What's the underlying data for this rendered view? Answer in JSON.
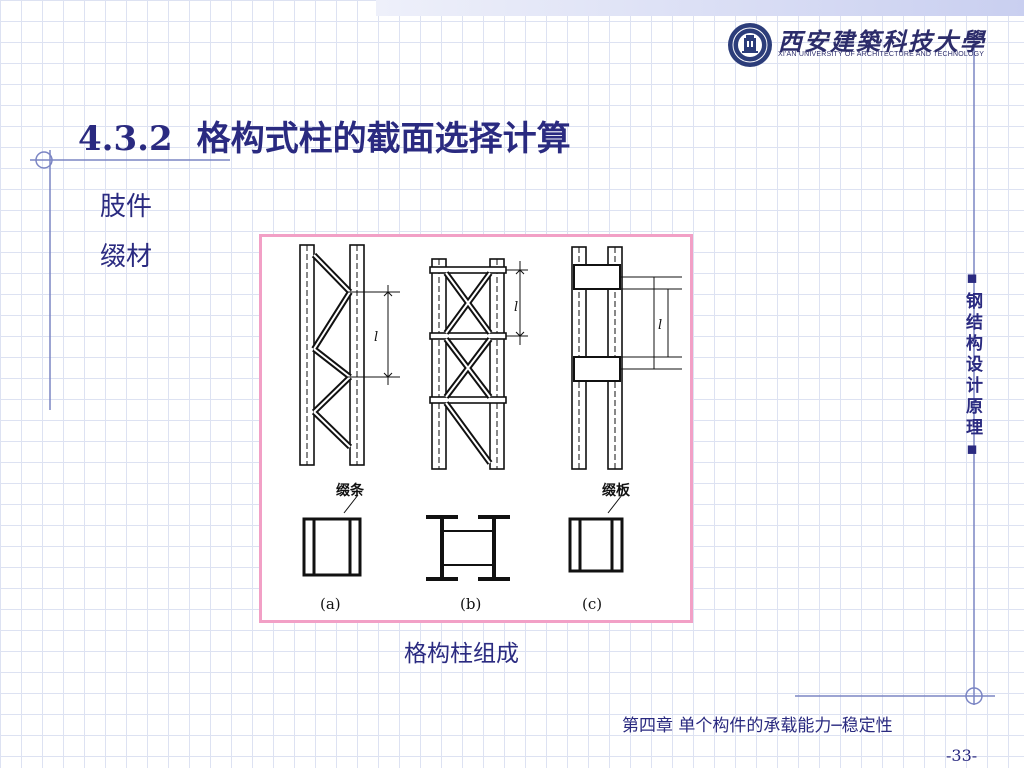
{
  "header": {
    "logo_cn": "西安建築科技大學",
    "logo_en": "XI'AN UNIVERSITY OF ARCHITECTURE AND TECHNOLOGY"
  },
  "slide": {
    "section_number": "4.3.2",
    "title": "格构式柱的截面选择计算",
    "bullets": [
      "肢件",
      "缀材"
    ],
    "caption": "格构柱组成",
    "vertical_title": "▪钢结构设计原理▪",
    "footer": "第四章 单个构件的承载能力─稳定性",
    "page_number": "-33-"
  },
  "figure": {
    "label_lacing": "缀条",
    "label_batten": "缀板",
    "label_l1": "l",
    "sub_a": "(a)",
    "sub_b": "(b)",
    "sub_c": "(c)"
  }
}
